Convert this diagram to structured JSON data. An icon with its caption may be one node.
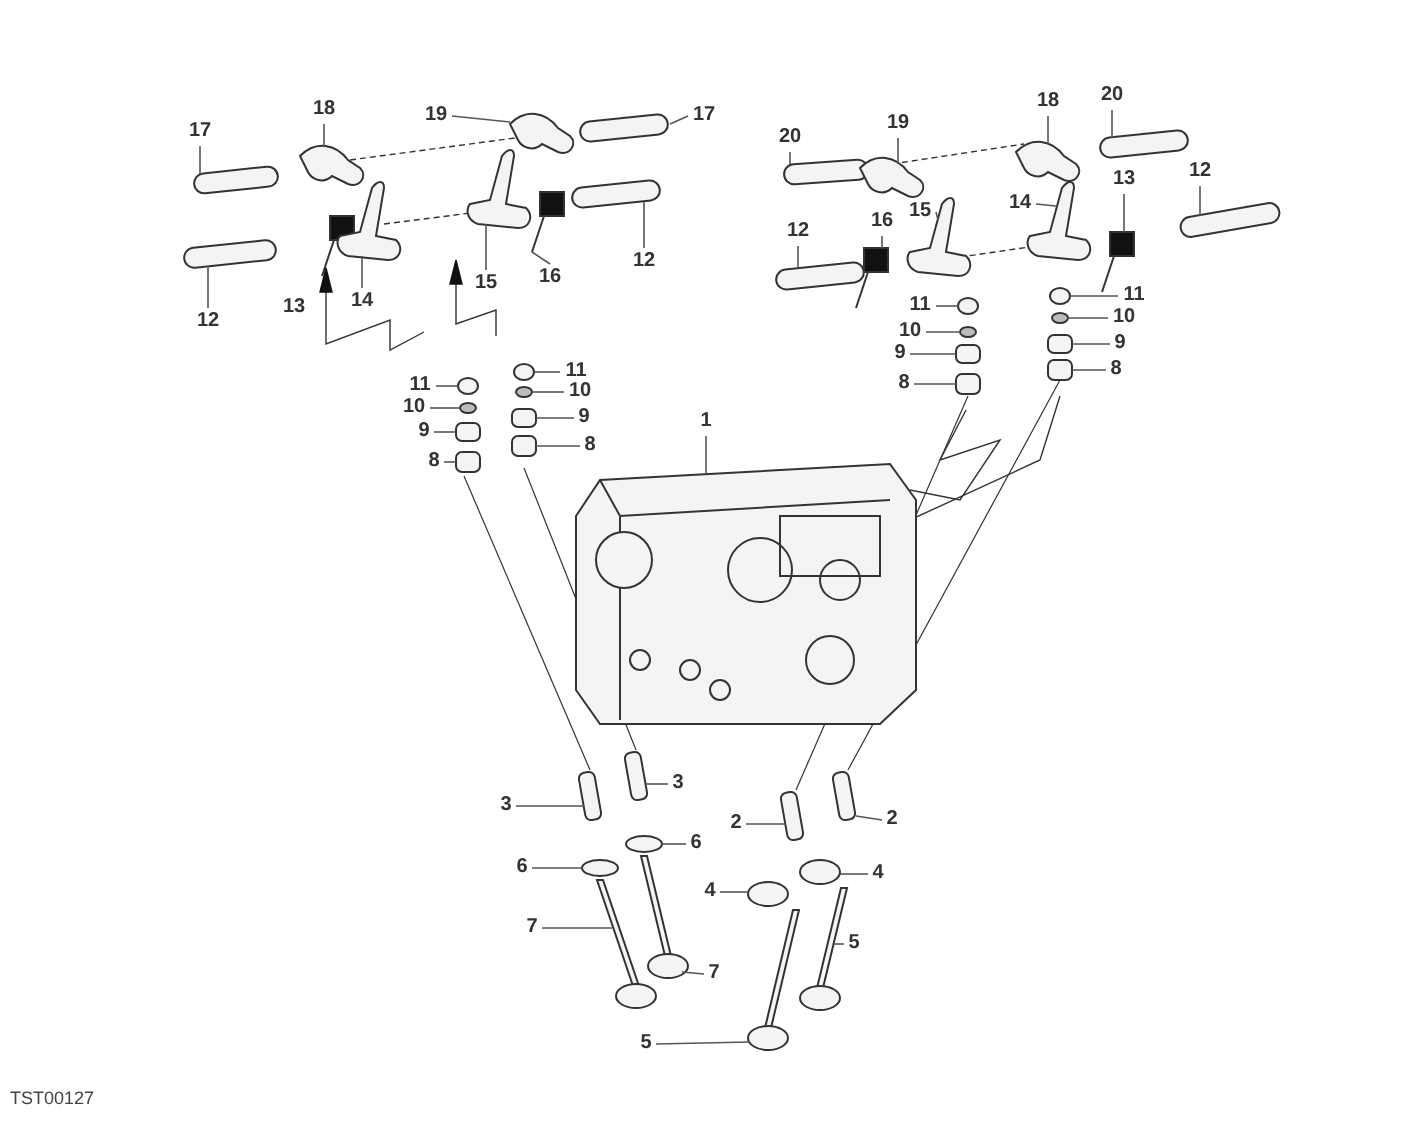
{
  "diagram": {
    "nodes": [
      {
        "text": [
          "17"
        ]
      },
      {
        "text": [
          "18"
        ]
      },
      {
        "text": [
          "19"
        ]
      },
      {
        "text": [
          "17"
        ]
      },
      {
        "text": [
          "20"
        ]
      },
      {
        "text": [
          "19"
        ]
      },
      {
        "text": [
          "18"
        ]
      },
      {
        "text": [
          "20"
        ]
      },
      {
        "text": [
          "12"
        ]
      },
      {
        "text": [
          "12"
        ]
      },
      {
        "text": [
          "14"
        ]
      },
      {
        "text": [
          "15"
        ]
      },
      {
        "text": [
          "16"
        ]
      },
      {
        "text": [
          "12"
        ]
      },
      {
        "text": [
          "12"
        ]
      },
      {
        "text": [
          "16"
        ]
      },
      {
        "text": [
          "15"
        ]
      },
      {
        "text": [
          "14"
        ]
      },
      {
        "text": [
          "13"
        ]
      },
      {
        "text": [
          "11"
        ]
      },
      {
        "text": [
          "10"
        ]
      },
      {
        "text": [
          "9"
        ]
      },
      {
        "text": [
          "8"
        ]
      },
      {
        "text": [
          "11"
        ]
      },
      {
        "text": [
          "10"
        ]
      },
      {
        "text": [
          "9"
        ]
      },
      {
        "text": [
          "8"
        ]
      },
      {
        "text": [
          "11"
        ]
      },
      {
        "text": [
          "10"
        ]
      },
      {
        "text": [
          "9"
        ]
      },
      {
        "text": [
          "8"
        ]
      },
      {
        "text": [
          "11"
        ]
      },
      {
        "text": [
          "10"
        ]
      },
      {
        "text": [
          "9"
        ]
      },
      {
        "text": [
          "8"
        ]
      },
      {
        "text": [
          "1"
        ]
      },
      {
        "text": [
          "3"
        ]
      },
      {
        "text": [
          "3"
        ]
      },
      {
        "text": [
          "6"
        ]
      },
      {
        "text": [
          "6"
        ]
      },
      {
        "text": [
          "2"
        ]
      },
      {
        "text": [
          "2"
        ]
      },
      {
        "text": [
          "7"
        ]
      },
      {
        "text": [
          "4"
        ]
      },
      {
        "text": [
          "4"
        ]
      },
      {
        "text": [
          "5"
        ]
      },
      {
        "text": [
          "7"
        ]
      },
      {
        "text": [
          "5"
        ]
      },
      {
        "text": [],
        "shape": "circle"
      },
      {
        "text": [],
        "shape": "circle"
      },
      {
        "text": [],
        "shape": "box"
      },
      {
        "text": [],
        "shape": "box"
      },
      {
        "text": [],
        "shape": "circle"
      },
      {
        "text": [],
        "shape": "circle"
      },
      {
        "text": [],
        "shape": "box"
      },
      {
        "text": [],
        "shape": "box"
      },
      {
        "text": [],
        "shape": "circle"
      },
      {
        "text": [],
        "shape": "circle"
      },
      {
        "text": [],
        "shape": "box"
      },
      {
        "text": [],
        "shape": "box"
      },
      {
        "text": [],
        "shape": "circle"
      },
      {
        "text": [],
        "shape": "circle"
      },
      {
        "text": [],
        "shape": "box"
      },
      {
        "text": [],
        "shape": "box"
      },
      {
        "text": [],
        "shape": "bar"
      },
      {
        "text": [],
        "shape": "bar"
      },
      {
        "text": [],
        "shape": "bar"
      },
      {
        "text": [],
        "shape": "bar"
      },
      {
        "text": [],
        "shape": "bar"
      },
      {
        "text": [],
        "shape": "bar"
      },
      {
        "text": [],
        "shape": "bar"
      },
      {
        "text": [],
        "shape": "bar"
      },
      {
        "text": [],
        "shape": "picture"
      },
      {
        "text": [],
        "shape": "picture"
      },
      {
        "text": [],
        "shape": "picture"
      },
      {
        "text": [],
        "shape": "picture"
      },
      {
        "text": [],
        "shape": "picture"
      },
      {
        "text": [],
        "shape": "picture"
      },
      {
        "text": [],
        "shape": "picture"
      },
      {
        "text": [],
        "shape": "picture"
      },
      {
        "text": [],
        "shape": "picture"
      },
      {
        "text": [],
        "shape": "picture"
      },
      {
        "text": [],
        "shape": "picture"
      },
      {
        "text": [],
        "shape": "picture"
      },
      {
        "text": [],
        "shape": "box"
      },
      {
        "text": [],
        "shape": "box"
      },
      {
        "text": [],
        "shape": "box"
      },
      {
        "text": [],
        "shape": "box"
      },
      {
        "text": [],
        "shape": "circle"
      },
      {
        "text": [],
        "shape": "circle"
      },
      {
        "text": [],
        "shape": "circle"
      },
      {
        "text": [],
        "shape": "circle"
      },
      {
        "text": [],
        "shape": "picture"
      },
      {
        "text": [],
        "shape": "picture"
      },
      {
        "text": [],
        "shape": "picture"
      },
      {
        "text": [],
        "shape": "picture"
      }
    ],
    "edges": [
      {
        "from": 0,
        "to": 64,
        "arrow": "none"
      },
      {
        "from": 1,
        "to": 72,
        "arrow": "none"
      },
      {
        "from": 2,
        "to": 73,
        "arrow": "none"
      },
      {
        "from": 3,
        "to": 66,
        "arrow": "none"
      },
      {
        "from": 4,
        "to": 68,
        "arrow": "none"
      },
      {
        "from": 5,
        "to": 74,
        "arrow": "none"
      },
      {
        "from": 6,
        "to": 75,
        "arrow": "none"
      },
      {
        "from": 7,
        "to": 69,
        "arrow": "none"
      },
      {
        "from": 8,
        "to": 71,
        "arrow": "none"
      },
      {
        "from": 9,
        "to": 65,
        "arrow": "none"
      },
      {
        "from": 10,
        "to": 76,
        "arrow": "none"
      },
      {
        "from": 11,
        "to": 77,
        "arrow": "none"
      },
      {
        "from": 12,
        "to": 80,
        "arrow": "none"
      },
      {
        "from": 13,
        "to": 67,
        "arrow": "none"
      },
      {
        "from": 14,
        "to": 70,
        "arrow": "none"
      },
      {
        "from": 15,
        "to": 81,
        "arrow": "none"
      },
      {
        "from": 16,
        "to": 78,
        "arrow": "none"
      },
      {
        "from": 17,
        "to": 79,
        "arrow": "none"
      },
      {
        "from": 18,
        "to": 82,
        "arrow": "none"
      },
      {
        "from": 19,
        "to": 48,
        "arrow": "none"
      },
      {
        "from": 20,
        "to": 49,
        "arrow": "none"
      },
      {
        "from": 21,
        "to": 50,
        "arrow": "none"
      },
      {
        "from": 22,
        "to": 51,
        "arrow": "none"
      },
      {
        "from": 23,
        "to": 52,
        "arrow": "none"
      },
      {
        "from": 24,
        "to": 53,
        "arrow": "none"
      },
      {
        "from": 25,
        "to": 54,
        "arrow": "none"
      },
      {
        "from": 26,
        "to": 55,
        "arrow": "none"
      },
      {
        "from": 27,
        "to": 56,
        "arrow": "none"
      },
      {
        "from": 28,
        "to": 57,
        "arrow": "none"
      },
      {
        "from": 29,
        "to": 58,
        "arrow": "none"
      },
      {
        "from": 30,
        "to": 59,
        "arrow": "none"
      },
      {
        "from": 31,
        "to": 60,
        "arrow": "none"
      },
      {
        "from": 32,
        "to": 61,
        "arrow": "none"
      },
      {
        "from": 33,
        "to": 62,
        "arrow": "none"
      },
      {
        "from": 34,
        "to": 63,
        "arrow": "none"
      },
      {
        "from": 35,
        "to": 83,
        "arrow": "none"
      },
      {
        "from": 36,
        "to": 84,
        "arrow": "none"
      },
      {
        "from": 37,
        "to": 85,
        "arrow": "none"
      },
      {
        "from": 38,
        "to": 88,
        "arrow": "none"
      },
      {
        "from": 39,
        "to": 89,
        "arrow": "none"
      },
      {
        "from": 40,
        "to": 86,
        "arrow": "none"
      },
      {
        "from": 41,
        "to": 87,
        "arrow": "none"
      },
      {
        "from": 42,
        "to": 92,
        "arrow": "none"
      },
      {
        "from": 43,
        "to": 90,
        "arrow": "none"
      },
      {
        "from": 44,
        "to": 91,
        "arrow": "none"
      },
      {
        "from": 45,
        "to": 93,
        "arrow": "none"
      },
      {
        "from": 46,
        "to": 94,
        "arrow": "none"
      },
      {
        "from": 47,
        "to": 95,
        "arrow": "none"
      }
    ],
    "labels": [
      "13",
      "TST00127"
    ]
  }
}
